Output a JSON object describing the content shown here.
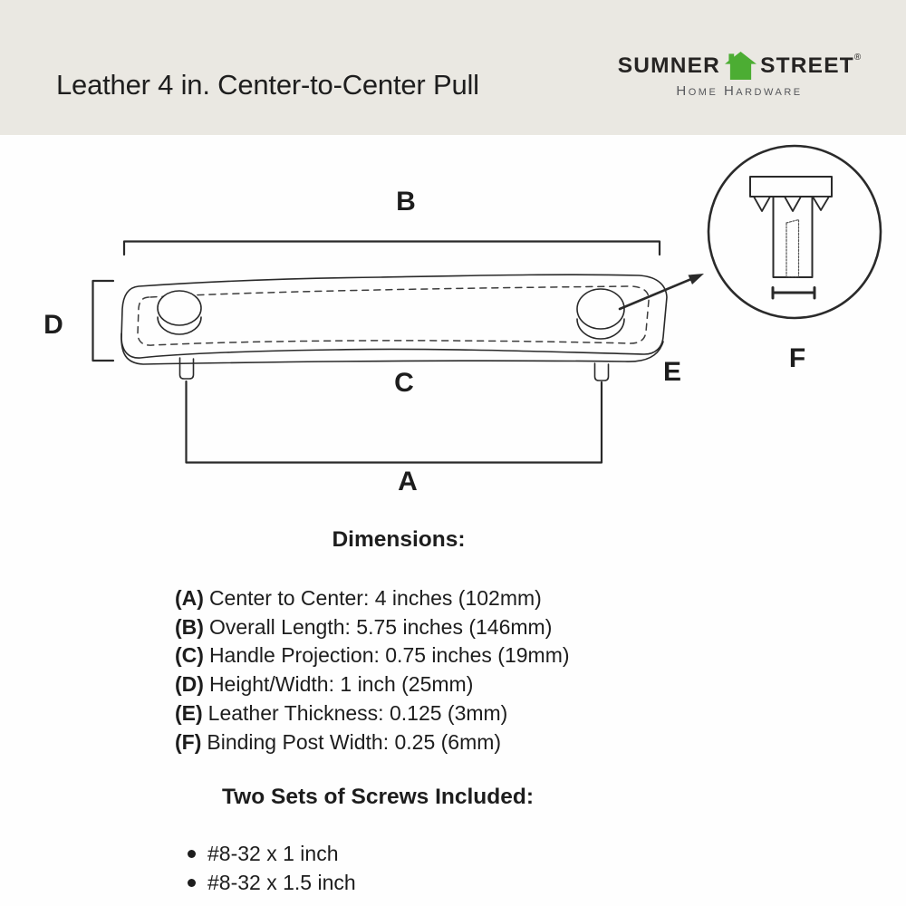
{
  "header": {
    "title": "Leather 4 in. Center-to-Center Pull",
    "logo": {
      "word1": "SUMNER",
      "word2": "STREET",
      "registered": "®",
      "subtitle": "Home Hardware",
      "house_icon_color": "#4cad33",
      "text_color": "#262423"
    },
    "background_color": "#eae8e2"
  },
  "diagram": {
    "labels": {
      "a": "A",
      "b": "B",
      "c": "C",
      "d": "D",
      "e": "E",
      "f": "F"
    },
    "line_color": "#2a2a2a"
  },
  "dimensions": {
    "heading": "Dimensions:",
    "items": [
      {
        "key": "(A)",
        "text": "Center to Center: 4 inches (102mm)"
      },
      {
        "key": "(B)",
        "text": "Overall Length: 5.75 inches (146mm)"
      },
      {
        "key": "(C)",
        "text": "Handle Projection: 0.75 inches (19mm)"
      },
      {
        "key": "(D)",
        "text": "Height/Width: 1 inch (25mm)"
      },
      {
        "key": "(E)",
        "text": "Leather Thickness: 0.125 (3mm)"
      },
      {
        "key": "(F)",
        "text": "Binding Post Width: 0.25 (6mm)"
      }
    ]
  },
  "screws": {
    "heading": "Two Sets of Screws Included:",
    "items": [
      "#8-32 x 1 inch",
      "#8-32 x 1.5 inch"
    ]
  }
}
